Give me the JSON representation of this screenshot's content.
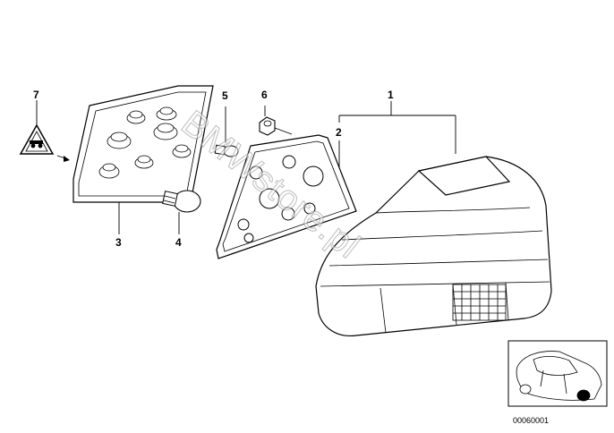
{
  "callouts": {
    "c1": "1",
    "c2": "2",
    "c3": "3",
    "c4": "4",
    "c5": "5",
    "c6": "6",
    "c7": "7"
  },
  "watermark": "BMWstore.pl",
  "document_number": "00060001",
  "colors": {
    "line": "#000000",
    "background": "#ffffff",
    "watermark_outline": "#9a9a9a"
  },
  "icons": [
    "warning-triangle-icon",
    "car-location-thumbnail"
  ]
}
